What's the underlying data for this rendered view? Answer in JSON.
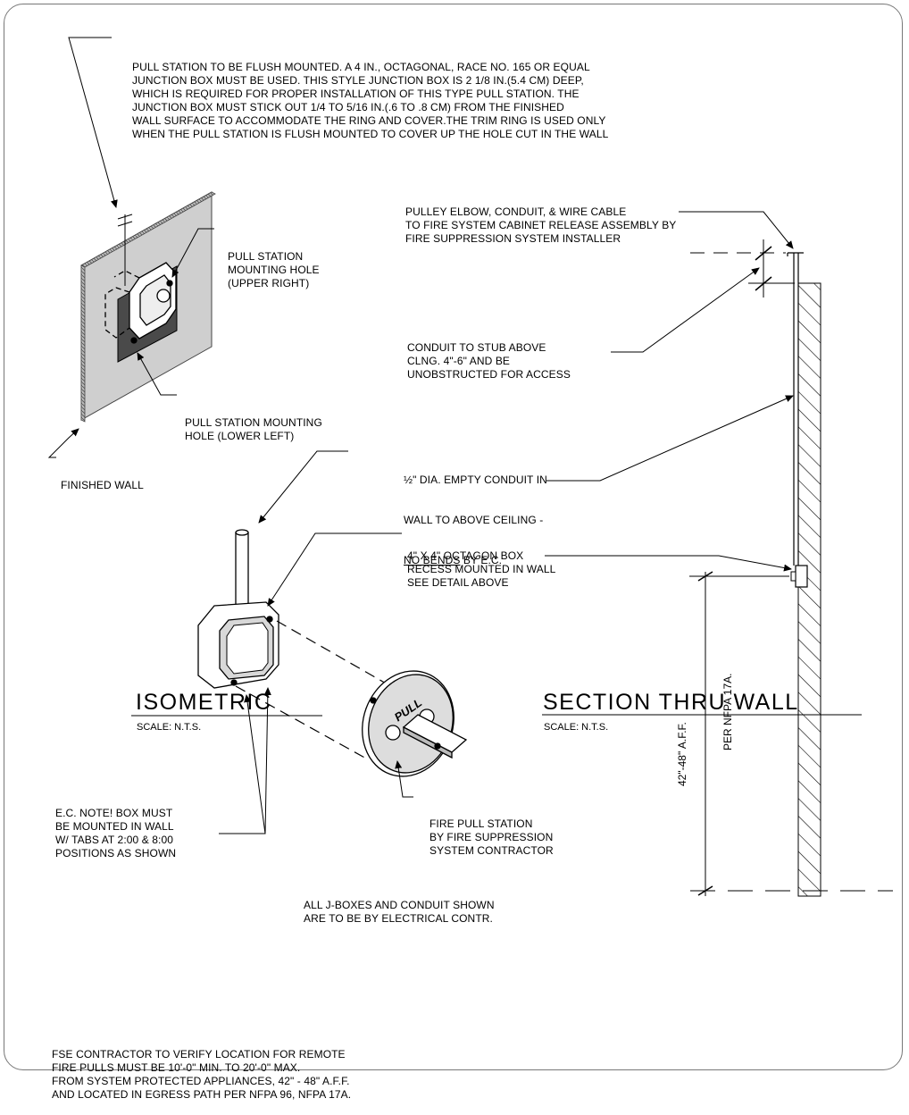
{
  "notes": {
    "pull_station_note": [
      "PULL STATION TO BE FLUSH MOUNTED. A 4 IN., OCTAGONAL, RACE NO. 165 OR EQUAL",
      "JUNCTION BOX MUST BE USED. THIS STYLE JUNCTION BOX IS 2 1/8 IN.(5.4 CM) DEEP,",
      "WHICH IS REQUIRED FOR PROPER INSTALLATION OF THIS TYPE PULL STATION. THE",
      "JUNCTION BOX MUST STICK OUT 1/4 TO 5/16 IN.(.6 TO .8 CM) FROM THE FINISHED",
      "WALL SURFACE TO ACCOMMODATE THE RING AND COVER.THE TRIM RING IS USED ONLY",
      "WHEN THE PULL STATION IS FLUSH MOUNTED TO COVER UP THE HOLE CUT IN THE WALL"
    ],
    "pulley_elbow": [
      "PULLEY ELBOW, CONDUIT, & WIRE CABLE",
      "TO FIRE SYSTEM CABINET RELEASE ASSEMBLY BY",
      "FIRE SUPPRESSION SYSTEM INSTALLER"
    ],
    "mounting_hole_upper": [
      "PULL STATION",
      "MOUNTING HOLE",
      "(UPPER RIGHT)"
    ],
    "mounting_hole_lower": [
      "PULL STATION MOUNTING",
      "HOLE (LOWER LEFT)"
    ],
    "finished_wall": "FINISHED WALL",
    "conduit_stub": [
      "CONDUIT TO STUB ABOVE",
      "CLNG. 4\"-6\" AND BE",
      "UNOBSTRUCTED FOR ACCESS"
    ],
    "empty_conduit_frac": "½",
    "empty_conduit_line1": "\" DIA. EMPTY CONDUIT IN",
    "empty_conduit_line2": "WALL TO ABOVE CEILING -",
    "empty_conduit_line3_underlined": "NO BENDS",
    "empty_conduit_line3_rest": " BY E.C.",
    "octagon_box": [
      "4\" X 4\" OCTAGON BOX",
      "RECESS MOUNTED IN WALL",
      "SEE DETAIL ABOVE"
    ],
    "ec_note": [
      "E.C. NOTE! BOX MUST",
      "BE MOUNTED IN WALL",
      "W/ TABS AT 2:00 & 8:00",
      "POSITIONS AS SHOWN"
    ],
    "fire_pull": [
      "FIRE PULL STATION",
      "BY FIRE SUPPRESSION",
      "SYSTEM CONTRACTOR"
    ],
    "jboxes": [
      "ALL J-BOXES AND CONDUIT SHOWN",
      "ARE TO BE BY ELECTRICAL CONTR."
    ],
    "height_dim": "42\"-48\" A.F.F.",
    "height_ref": "PER NFPA 17A.",
    "pull_label": "PULL",
    "fse_note": [
      "FSE CONTRACTOR TO VERIFY LOCATION FOR REMOTE",
      "FIRE PULLS MUST BE 10'-0\" MIN. TO 20'-0\" MAX.",
      "FROM SYSTEM PROTECTED APPLIANCES, 42\" - 48\" A.F.F.",
      "AND LOCATED IN EGRESS PATH PER NFPA 96, NFPA 17A."
    ]
  },
  "titles": {
    "isometric": "ISOMETRIC",
    "isometric_scale": "SCALE:  N.T.S.",
    "section": "SECTION  THRU  WALL",
    "section_scale": "SCALE:  N.T.S."
  }
}
